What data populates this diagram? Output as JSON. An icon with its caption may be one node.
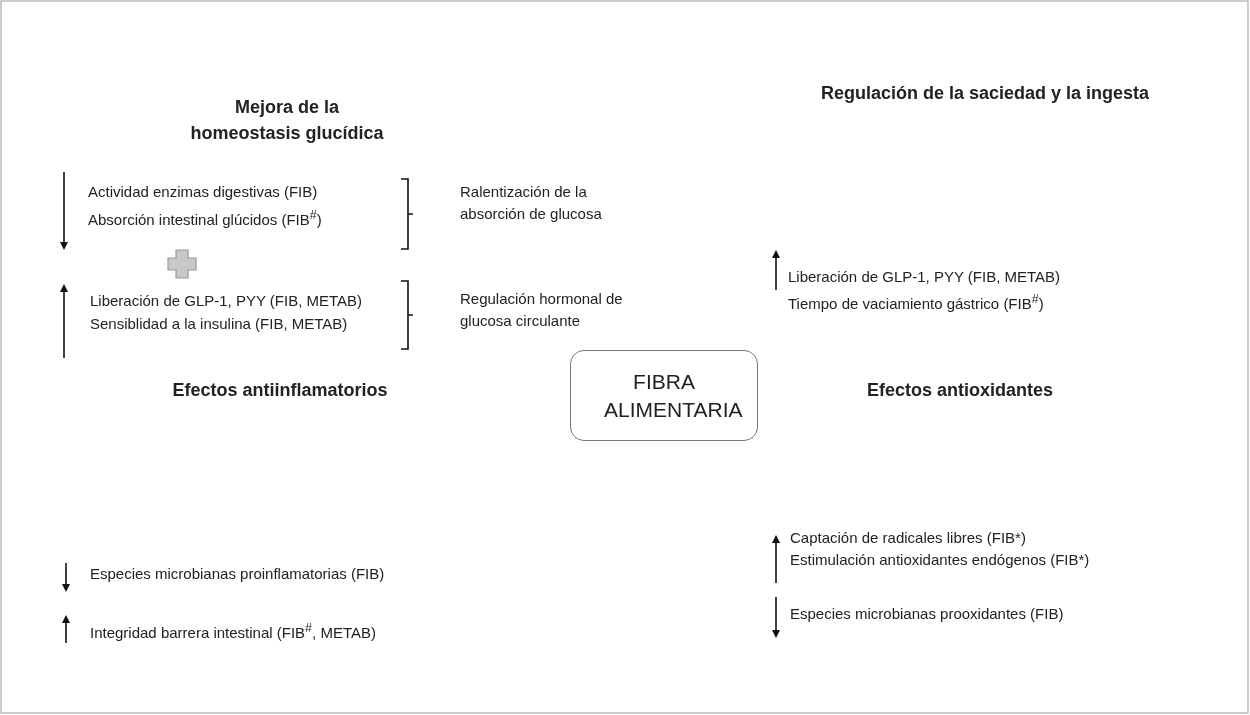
{
  "diagram": {
    "nodes": [
      {
        "text": [
          "FIBRA ALIMENTARIA"
        ]
      }
    ],
    "edges": [],
    "labels": [
      "Mejora de la homeostasis glucídica",
      "Actividad enzimas digestivas (FIB)",
      "Absorción intestinal glúcidos (FIB$^{#}$)",
      "Ralentización de la absorción de glucosa",
      "Liberación de GLP-1, PYY (FIB, METAB)",
      "Sensiblidad a la insulina (FIB, METAB)",
      "Regulación hormonal de glucosa circulante",
      "Regulación de la saciedad y la ingesta",
      "Liberación de GLP-1, PYY (FIB, METAB)",
      "Tiempo de vaciamiento gástrico (FIB$^{#}$)",
      "Efectos antiinflamatorios",
      "Especies microbianas proinflamatorias (FIB)",
      "Integridad barrera intestinal (FIB$^{#}$, METAB)",
      "Efectos antioxidantes",
      "Captación de radicales libres (FIB*)",
      "Estimulación antioxidantes endógenos (FIB*)",
      "Especies microbianas prooxidantes (FIB)"
    ]
  }
}
